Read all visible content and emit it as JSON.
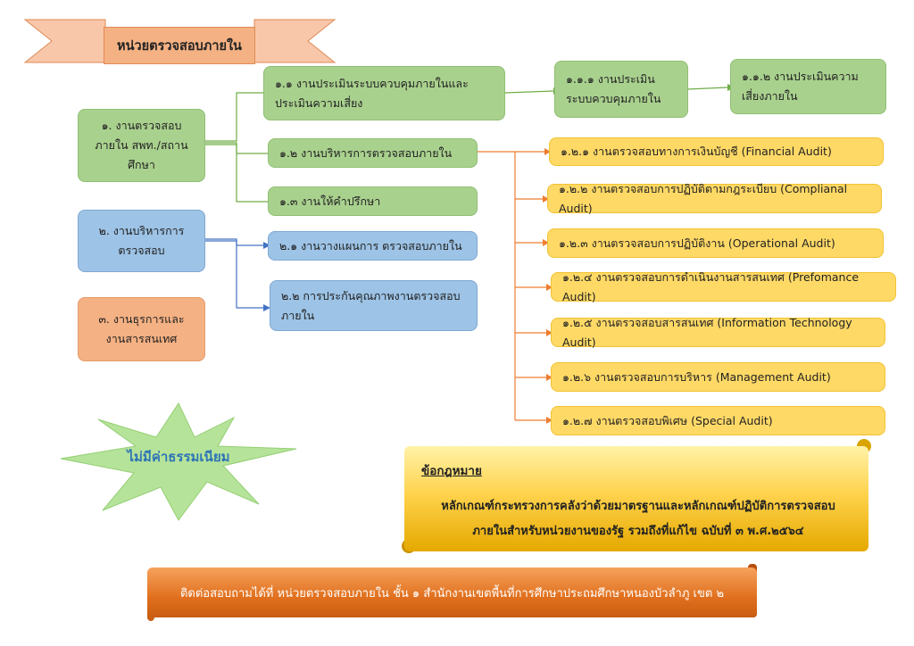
{
  "title": "หน่วยตรวจสอบภายใน",
  "units": [
    {
      "label": "๑. งานตรวจสอบภายใน สพท./สถานศึกษา"
    },
    {
      "label": "๒. งานบริหารการตรวจสอบ"
    },
    {
      "label": "๓. งานธุรการและงานสารสนเทศ"
    }
  ],
  "sub1": [
    "๑.๑ งานประเมินระบบควบคุมภายในและประเมินความเสี่ยง",
    "๑.๒ งานบริหารการตรวจสอบภายใน",
    "๑.๓ งานให้คำปรึกษา"
  ],
  "sub11": [
    "๑.๑.๑ งานประเมินระบบควบคุมภายใน",
    "๑.๑.๒ งานประเมินความเสี่ยงภายใน"
  ],
  "sub2": [
    "๒.๑ งานวางแผนการ ตรวจสอบภายใน",
    "๒.๒ การประกันคุณภาพงานตรวจสอบภายใน"
  ],
  "audits": [
    "๑.๒.๑ งานตรวจสอบทางการเงินบัญชี (Financial Audit)",
    "๑.๒.๒ งานตรวจสอบการปฏิบัติตามกฎระเบียบ (Complianal Audit)",
    "๑.๒.๓ งานตรวจสอบการปฏิบัติงาน (Operational Audit)",
    "๑.๒.๔ งานตรวจสอบการดำเนินงานสารสนเทศ (Prefomance Audit)",
    "๑.๒.๕ งานตรวจสอบสารสนเทศ (Information Technology Audit)",
    "๑.๒.๖ งานตรวจสอบการบริหาร (Management Audit)",
    "๑.๒.๗ งานตรวจสอบพิเศษ (Special Audit)"
  ],
  "no_fee": "ไม่มีค่าธรรมเนียม",
  "law": {
    "heading": "ข้อกฎหมาย",
    "line1": "หลักเกณฑ์กระทรวงการคลังว่าด้วยมาตรฐานและหลักเกณฑ์ปฏิบัติการตรวจสอบ",
    "line2": "ภายในสำหรับหน่วยงานของรัฐ รวมถึงที่แก้ไข ฉบับที่ ๓ พ.ศ.๒๕๖๔"
  },
  "contact": "ติดต่อสอบถามได้ที่ หน่วยตรวจสอบภายใน ชั้น ๑ สำนักงานเขตพื้นที่การศึกษาประถมศึกษาหนองบัวลำภู เขต ๒",
  "colors": {
    "green": "#a9d18e",
    "blue": "#9dc3e6",
    "salmon": "#f4b183",
    "yellow": "#ffd966",
    "orange": "#e0701e",
    "star": "#b6e39a"
  }
}
